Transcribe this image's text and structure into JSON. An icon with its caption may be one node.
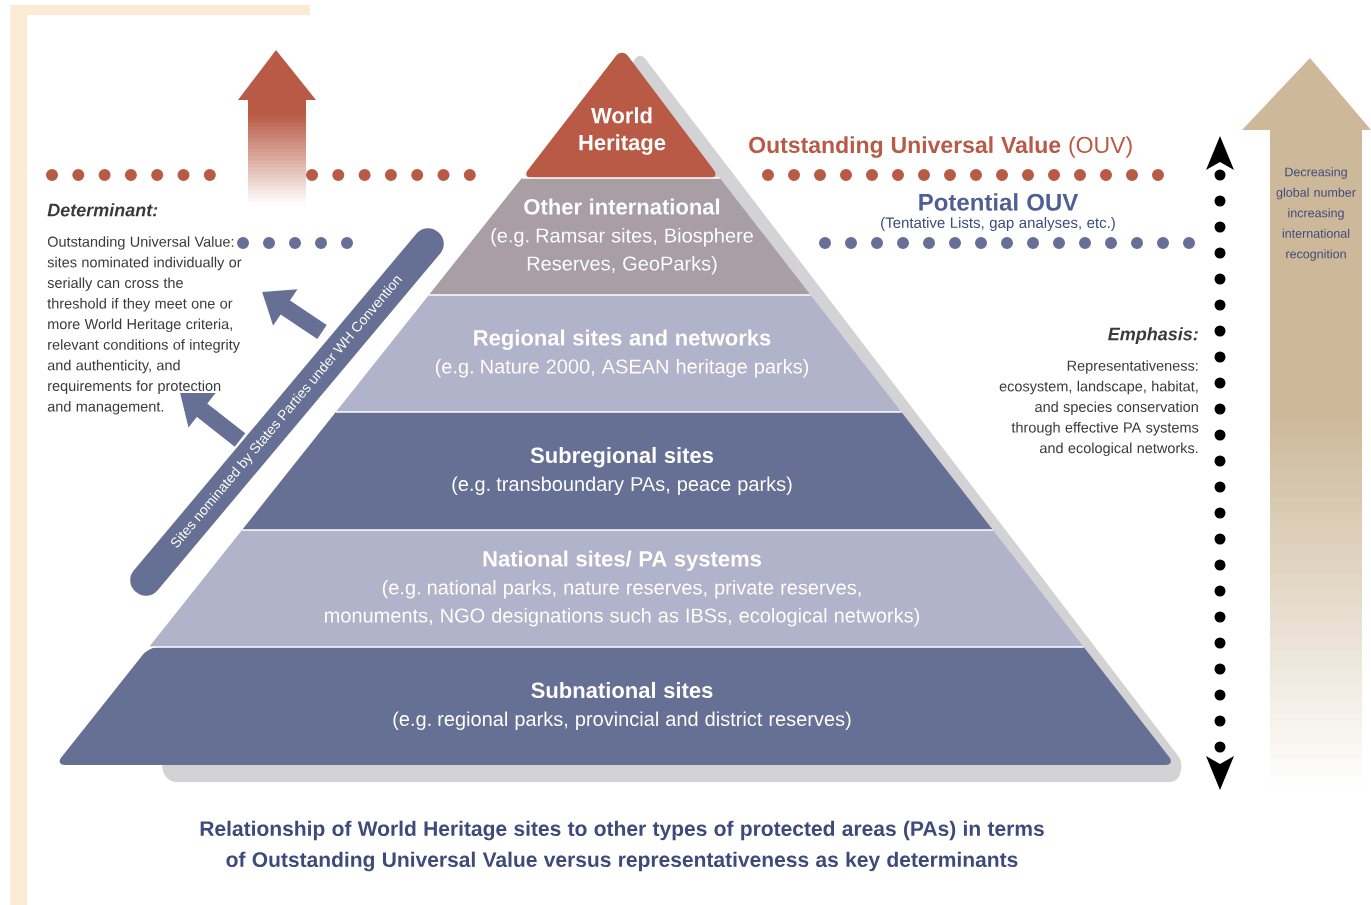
{
  "diagram": {
    "caption": "Relationship of World Heritage sites to other types of protected areas (PAs) in terms of Outstanding Universal Value versus representativeness as key determinants",
    "nodes": [
      {
        "text": [
          "World Heritage"
        ]
      },
      {
        "text": [
          "Other international",
          "(e.g. Ramsar sites, Biosphere Reserves, GeoParks)"
        ]
      },
      {
        "text": [
          "Regional sites and networks",
          "(e.g. Nature 2000, ASEAN heritage parks)"
        ]
      },
      {
        "text": [
          "Subregional sites",
          "(e.g. transboundary PAs, peace parks)"
        ]
      },
      {
        "text": [
          "National sites/ PA systems",
          "(e.g. national parks, nature reserves, private reserves, monuments, NGO designations such as IBSs, ecological networks)"
        ]
      },
      {
        "text": [
          "Subnational sites",
          "(e.g. regional parks, provincial and district reserves)"
        ]
      },
      {
        "text": [
          "Sites nominated by States Parties under WH Convention"
        ]
      },
      {
        "text": [
          "Decreasing global number increasing international recognition"
        ]
      }
    ],
    "labels": [
      "**Outstanding Universal Value** (OUV)",
      "Potential OUV",
      "(Tentative Lists, gap analyses, etc.)",
      "Determinant:",
      "Outstanding Universal Value: sites nominated individually or serially can cross the threshold if they meet one or more World Heritage criteria, relevant conditions of integrity and authenticity, and requirements for protection and management.",
      "Emphasis:",
      "Representativeness: ecosystem, landscape, habitat, and species conservation through effective PA systems and ecological networks."
    ]
  }
}
